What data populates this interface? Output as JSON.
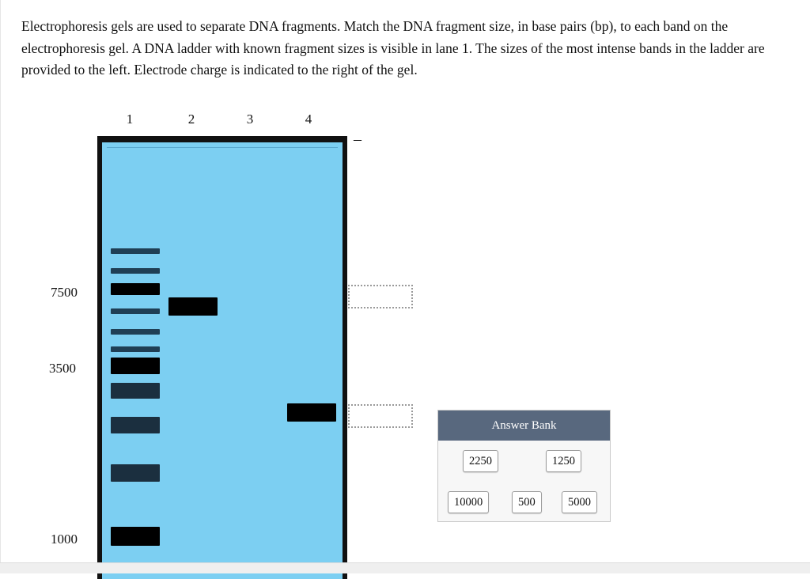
{
  "question_text": "Electrophoresis gels are used to separate DNA fragments. Match the DNA fragment size, in base pairs (bp), to each band on the electrophoresis gel. A DNA ladder with known fragment sizes is visible in lane 1. The sizes of the most intense bands in the ladder are provided to the left. Electrode charge is indicated to the right of the gel.",
  "gel": {
    "lane_labels": [
      "1",
      "2",
      "3",
      "4"
    ],
    "ladder_size_labels": [
      "7500",
      "3500",
      "1000"
    ],
    "electrode_charge": "–",
    "colors": {
      "gel": "#7ccff2",
      "band": "#000000",
      "ladder_faint": "#1f3f55"
    }
  },
  "drop_zones": [
    {
      "name": "drop-zone-lane-2-band",
      "value": ""
    },
    {
      "name": "drop-zone-lane-4-band",
      "value": ""
    }
  ],
  "answer_bank": {
    "title": "Answer Bank",
    "items": [
      "2250",
      "1250",
      "10000",
      "500",
      "5000"
    ]
  },
  "colors": {
    "answer_bank_header": "#58687e"
  }
}
